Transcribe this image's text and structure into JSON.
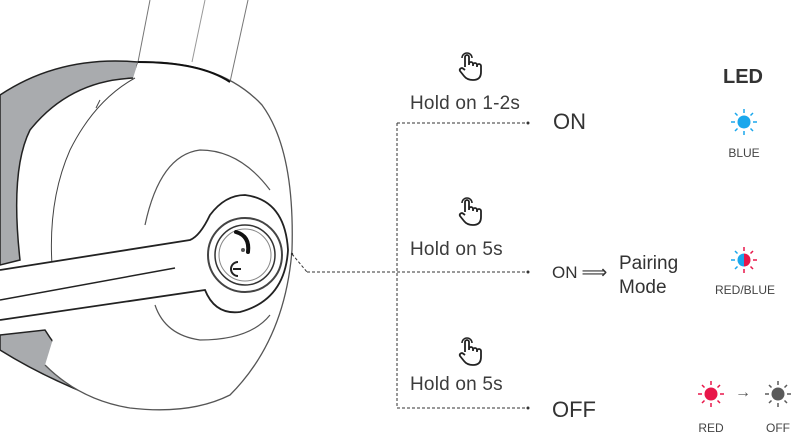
{
  "led_header": "LED",
  "rows": [
    {
      "gesture_icon": "tap-hand-icon",
      "action": "Hold on 1-2s",
      "result": "ON",
      "led": {
        "icon": "led-blue-icon",
        "label": "BLUE",
        "color": "#1aa7ec"
      }
    },
    {
      "gesture_icon": "tap-hand-icon",
      "action": "Hold on 5s",
      "result": "ON",
      "arrow": "⟹",
      "result_mode_line1": "Pairing",
      "result_mode_line2": "Mode",
      "led": {
        "icon": "led-red-blue-icon",
        "label": "RED/BLUE",
        "color_left": "#1aa7ec",
        "color_right": "#e8174a"
      }
    },
    {
      "gesture_icon": "tap-hand-icon",
      "action": "Hold on 5s",
      "result": "OFF",
      "led_from": {
        "icon": "led-red-icon",
        "label": "RED",
        "color": "#e8174a"
      },
      "led_arrow": "→",
      "led_to": {
        "icon": "led-off-icon",
        "label": "OFF",
        "color": "#5a5a5a"
      }
    }
  ],
  "colors": {
    "line": "#333333",
    "earpad": "#a9abae",
    "blue": "#1aa7ec",
    "red": "#e8174a",
    "off": "#5a5a5a"
  }
}
